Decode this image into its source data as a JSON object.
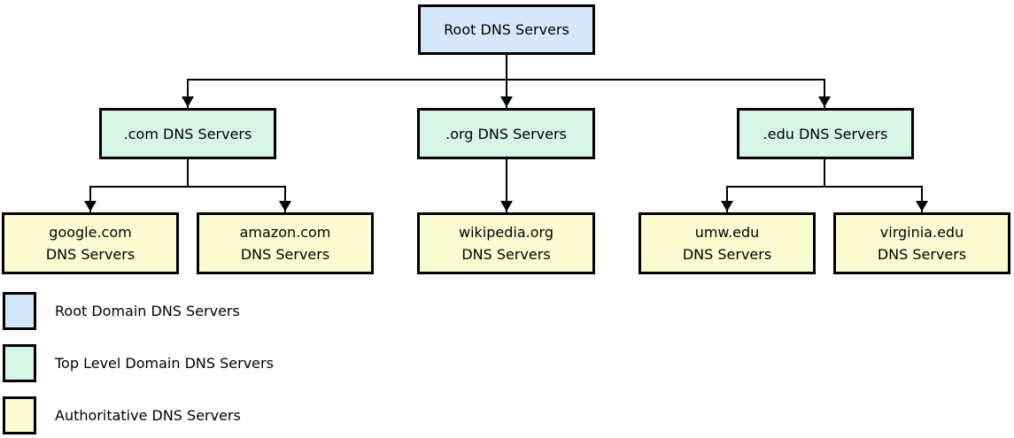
{
  "diagram": {
    "root": {
      "label": "Root DNS Servers"
    },
    "tlds": [
      {
        "label": ".com DNS Servers"
      },
      {
        "label": ".org DNS Servers"
      },
      {
        "label": ".edu DNS Servers"
      }
    ],
    "authoritative": [
      {
        "label": "google.com\nDNS Servers"
      },
      {
        "label": "amazon.com\nDNS Servers"
      },
      {
        "label": "wikipedia.org\nDNS Servers"
      },
      {
        "label": "umw.edu\nDNS Servers"
      },
      {
        "label": "virginia.edu\nDNS Servers"
      }
    ],
    "colors": {
      "root_fill": "#d7e7fa",
      "tld_fill": "#d7f5e4",
      "authoritative_fill": "#fcfcd2",
      "border": "#000000",
      "connector": "#000000"
    }
  },
  "legend": {
    "items": [
      {
        "label": "Root Domain DNS Servers",
        "color": "#d7e7fa"
      },
      {
        "label": "Top Level Domain DNS Servers",
        "color": "#d7f5e4"
      },
      {
        "label": "Authoritative DNS Servers",
        "color": "#fcfcd2"
      }
    ]
  }
}
